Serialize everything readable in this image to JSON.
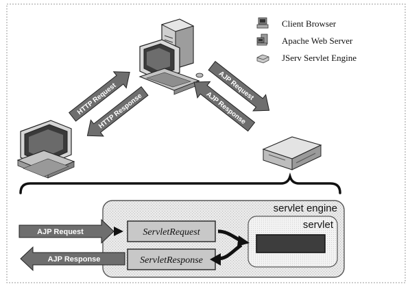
{
  "legend": {
    "items": [
      {
        "label": "Client Browser",
        "icon": "client-browser-icon"
      },
      {
        "label": "Apache Web Server",
        "icon": "apache-server-icon"
      },
      {
        "label": "JServ Servlet Engine",
        "icon": "jserv-engine-icon"
      }
    ]
  },
  "top_arrows": {
    "http_request": "HTTP Request",
    "http_response": "HTTP Response",
    "ajp_request": "AJP Request",
    "ajp_response": "AJP Response"
  },
  "engine": {
    "title": "servlet engine",
    "servlet_label": "servlet",
    "servlet_request": "ServletRequest",
    "servlet_response": "ServletResponse",
    "in_arrow": "AJP Request",
    "out_arrow": "AJP Response"
  },
  "colors": {
    "arrow_fill": "#6e6e6e",
    "engine_fill": "#e7e7e7",
    "box_fill": "#c8c8c8",
    "servlet_screen": "#3d3d3d",
    "border_dots": "#a8a8a8"
  }
}
